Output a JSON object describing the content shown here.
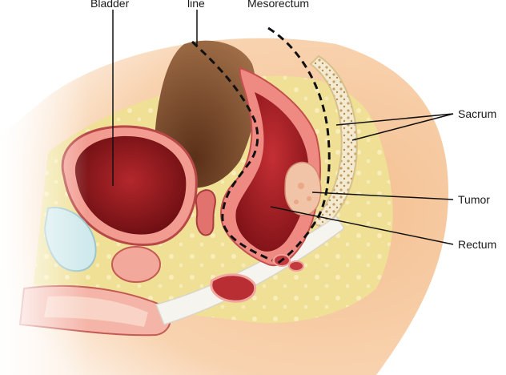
{
  "labels": {
    "bladder": "Bladder",
    "line": "line",
    "mesorectum": "Mesorectum",
    "sacrum": "Sacrum",
    "tumor": "Tumor",
    "rectum": "Rectum"
  },
  "colors": {
    "skin": "#f6caa0",
    "fat": "#efe096",
    "muscle": "#e88f86",
    "organ_dark": "#8e1a1e",
    "organ_mid": "#c2363a",
    "bone": "#f3ead2",
    "cavity": "#7b4a2a",
    "dashed_line": "#111111"
  }
}
